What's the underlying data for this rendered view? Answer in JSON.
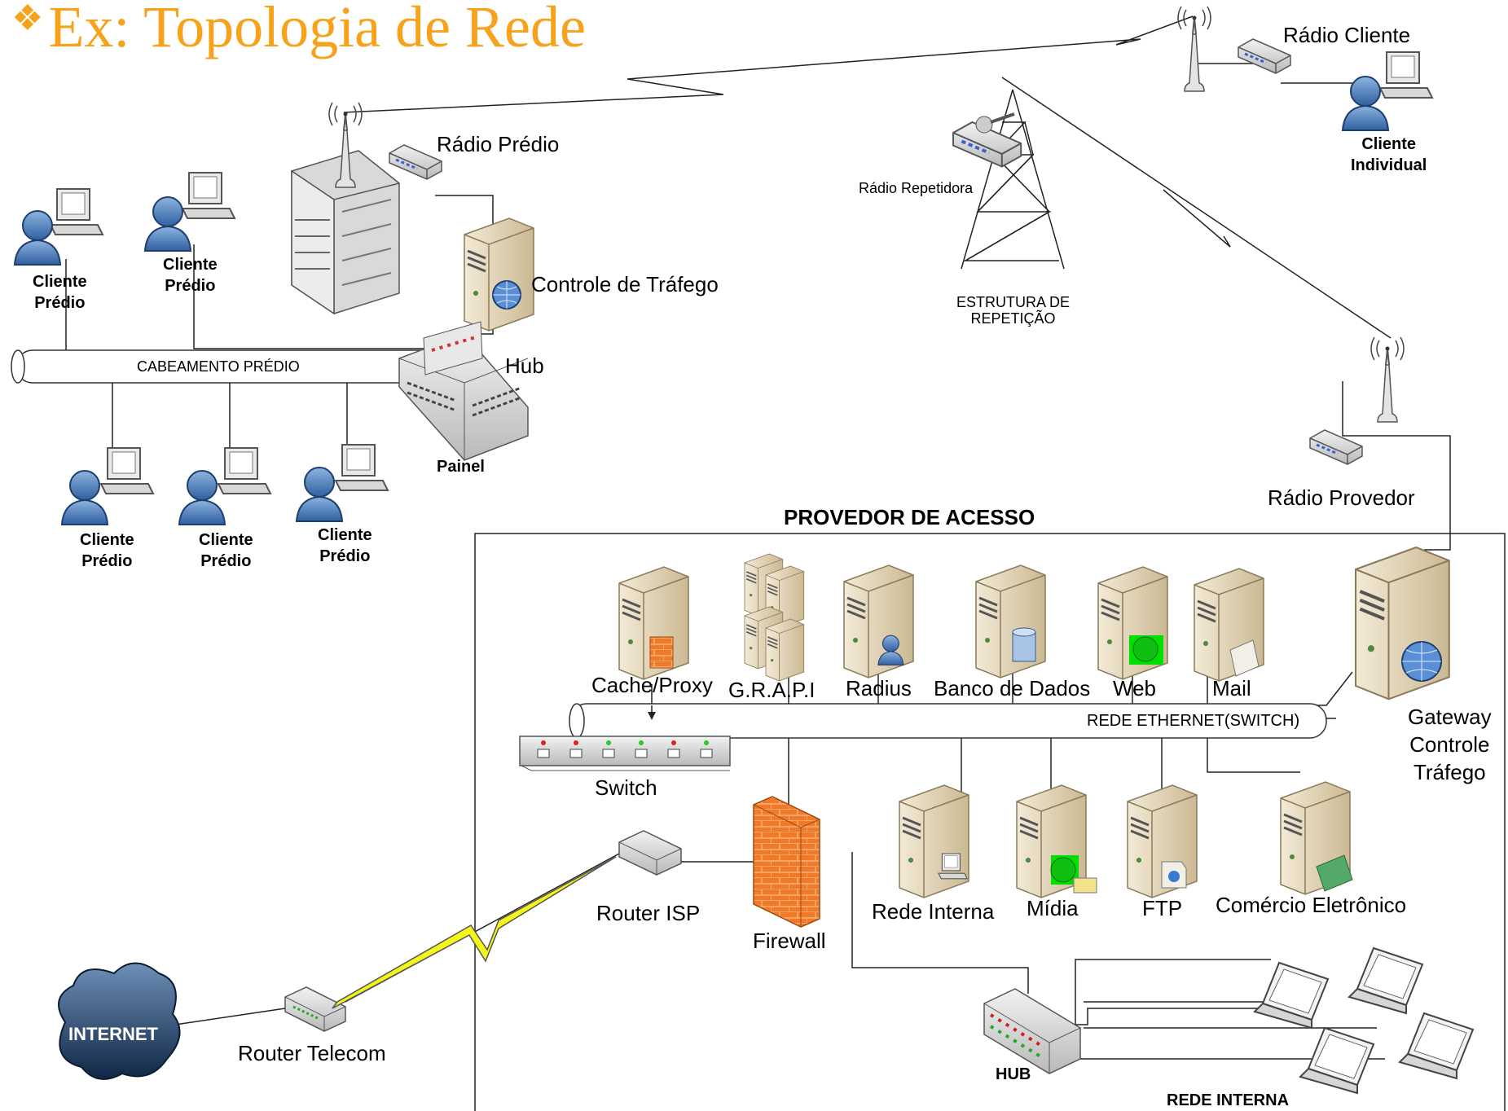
{
  "title": "Ex:  Topologia de Rede",
  "bullet": "❖",
  "labels": {
    "radio_cliente": "Rádio Cliente",
    "cliente_individual": "Cliente\nIndividual",
    "radio_predio": "Rádio Prédio",
    "radio_repetidora": "Rádio Repetidora",
    "estrutura": "ESTRUTURA DE\nREPETIÇÃO",
    "controle_trafego": "Controle de Tráfego",
    "cliente_predio": "Cliente\nPrédio",
    "cabeamento": "CABEAMENTO PRÉDIO",
    "hub": "Hub",
    "painel": "Painel",
    "radio_provedor": "Rádio Provedor",
    "provedor": "PROVEDOR DE ACESSO",
    "cache_proxy": "Cache/Proxy",
    "grapi": "G.R.A.P.I",
    "radius": "Radius",
    "banco_dados": "Banco de Dados",
    "web": "Web",
    "mail": "Mail",
    "rede_ethernet": "REDE ETHERNET(SWITCH)",
    "gateway": "Gateway\nControle\nTráfego",
    "switch": "Switch",
    "firewall": "Firewall",
    "router_isp": "Router ISP",
    "rede_interna_srv": "Rede Interna",
    "midia": "Mídia",
    "ftp": "FTP",
    "comercio": "Comércio Eletrônico",
    "internet": "INTERNET",
    "router_telecom": "Router Telecom",
    "hub_interno": "HUB",
    "rede_interna": "REDE INTERNA"
  },
  "colors": {
    "title": "#f7a21b",
    "server": "#e8dcc0",
    "user": "#4a7fc1",
    "firewall": "#f07a28",
    "lightning": "#f5f51e",
    "internet": "#1d3a5f"
  }
}
